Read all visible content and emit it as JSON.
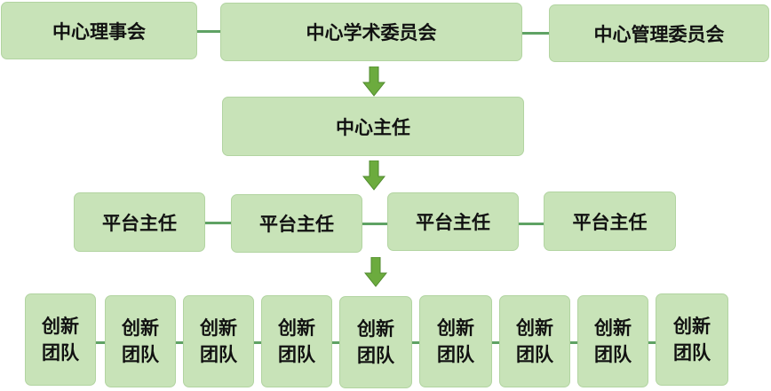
{
  "top_row": {
    "council": "中心理事会",
    "academic": "中心学术委员会",
    "management": "中心管理委员会"
  },
  "director": "中心主任",
  "platform_directors": [
    "平台主任",
    "平台主任",
    "平台主任",
    "平台主任"
  ],
  "teams": [
    {
      "line1": "创新",
      "line2": "团队"
    },
    {
      "line1": "创新",
      "line2": "团队"
    },
    {
      "line1": "创新",
      "line2": "团队"
    },
    {
      "line1": "创新",
      "line2": "团队"
    },
    {
      "line1": "创新",
      "line2": "团队"
    },
    {
      "line1": "创新",
      "line2": "团队"
    },
    {
      "line1": "创新",
      "line2": "团队"
    },
    {
      "line1": "创新",
      "line2": "团队"
    },
    {
      "line1": "创新",
      "line2": "团队"
    }
  ],
  "colors": {
    "box": "#c8e3b8",
    "connector": "#5fa264",
    "arrow": "#6cab3e"
  }
}
